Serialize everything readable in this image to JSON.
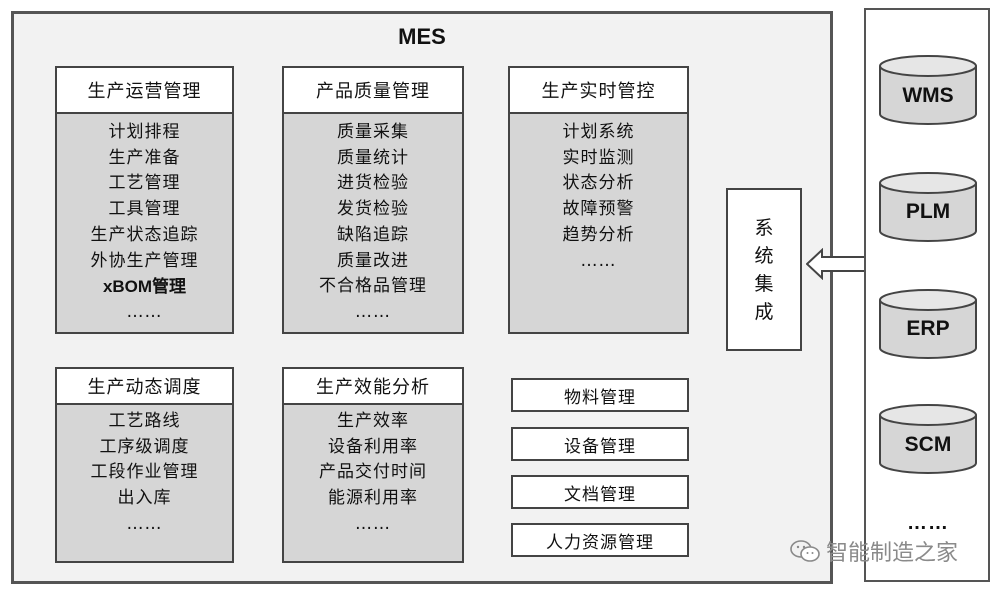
{
  "diagram": {
    "mes_title": "MES",
    "modules": [
      {
        "title": "生产运营管理",
        "items": [
          "计划排程",
          "生产准备",
          "工艺管理",
          "工具管理",
          "生产状态追踪",
          "外协生产管理",
          "xBOM管理",
          "……"
        ]
      },
      {
        "title": "产品质量管理",
        "items": [
          "质量采集",
          "质量统计",
          "进货检验",
          "发货检验",
          "缺陷追踪",
          "质量改进",
          "不合格品管理",
          "……"
        ]
      },
      {
        "title": "生产实时管控",
        "items": [
          "计划系统",
          "实时监测",
          "状态分析",
          "故障预警",
          "趋势分析",
          "……"
        ]
      },
      {
        "title": "生产动态调度",
        "items": [
          "工艺路线",
          "工序级调度",
          "工段作业管理",
          "出入库",
          "……"
        ]
      },
      {
        "title": "生产效能分析",
        "items": [
          "生产效率",
          "设备利用率",
          "产品交付时间",
          "能源利用率",
          "……"
        ]
      }
    ],
    "simple_modules": [
      "物料管理",
      "设备管理",
      "文档管理",
      "人力资源管理"
    ],
    "integration": {
      "chars": [
        "系",
        "统",
        "集",
        "成"
      ]
    },
    "external_systems": [
      "WMS",
      "PLM",
      "ERP",
      "SCM"
    ],
    "external_more": "……",
    "watermark_text": "智能制造之家",
    "colors": {
      "frame": "#555555",
      "module_fill": "#d6d6d6",
      "mes_fill": "#f2f2f2",
      "cylinder_fill": "#d6d6d6"
    }
  }
}
